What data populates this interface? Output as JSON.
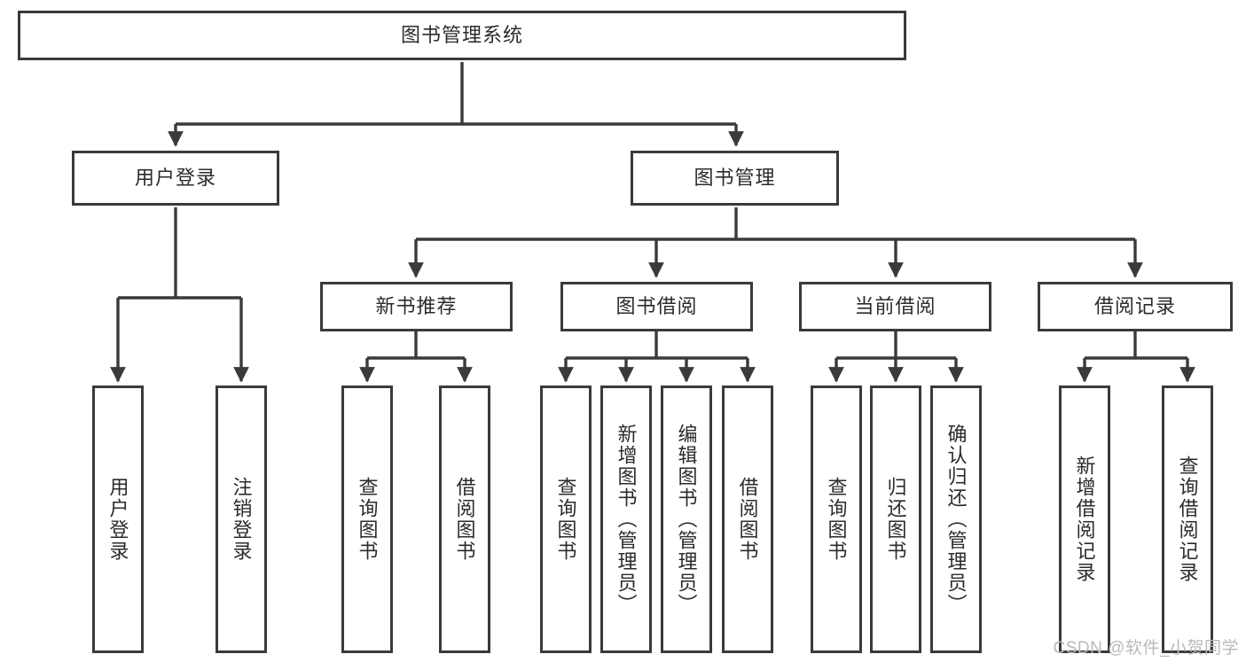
{
  "diagram": {
    "title": "图书管理系统",
    "type": "tree",
    "stroke_color": "#3a3a3a",
    "text_color": "#2b2b2b",
    "background_color": "#ffffff"
  },
  "nodes": {
    "root": {
      "label": "图书管理系统"
    },
    "level2": [
      {
        "id": "user-login",
        "label": "用户登录"
      },
      {
        "id": "book-management",
        "label": "图书管理"
      }
    ],
    "level3": [
      {
        "id": "new-book-recommend",
        "label": "新书推荐"
      },
      {
        "id": "book-borrow",
        "label": "图书借阅"
      },
      {
        "id": "current-borrow",
        "label": "当前借阅"
      },
      {
        "id": "borrow-record",
        "label": "借阅记录"
      }
    ],
    "leaves": {
      "user_login": [
        {
          "id": "leaf-user-login",
          "label": "用户登录"
        },
        {
          "id": "leaf-logout-login",
          "label": "注销登录"
        }
      ],
      "new_book_recommend": [
        {
          "id": "leaf-query-book-1",
          "label": "查询图书"
        },
        {
          "id": "leaf-borrow-book-1",
          "label": "借阅图书"
        }
      ],
      "book_borrow": [
        {
          "id": "leaf-query-book-2",
          "label": "查询图书"
        },
        {
          "id": "leaf-add-book",
          "label": "新增图书（管理员）"
        },
        {
          "id": "leaf-edit-book",
          "label": "编辑图书（管理员）"
        },
        {
          "id": "leaf-borrow-book-2",
          "label": "借阅图书"
        }
      ],
      "current_borrow": [
        {
          "id": "leaf-query-book-3",
          "label": "查询图书"
        },
        {
          "id": "leaf-return-book",
          "label": "归还图书"
        },
        {
          "id": "leaf-confirm-return",
          "label": "确认归还（管理员）"
        }
      ],
      "borrow_record": [
        {
          "id": "leaf-add-record",
          "label": "新增借阅记录"
        },
        {
          "id": "leaf-query-record",
          "label": "查询借阅记录"
        }
      ]
    }
  },
  "watermark": {
    "text": "CSDN @软件_小贺同学"
  }
}
